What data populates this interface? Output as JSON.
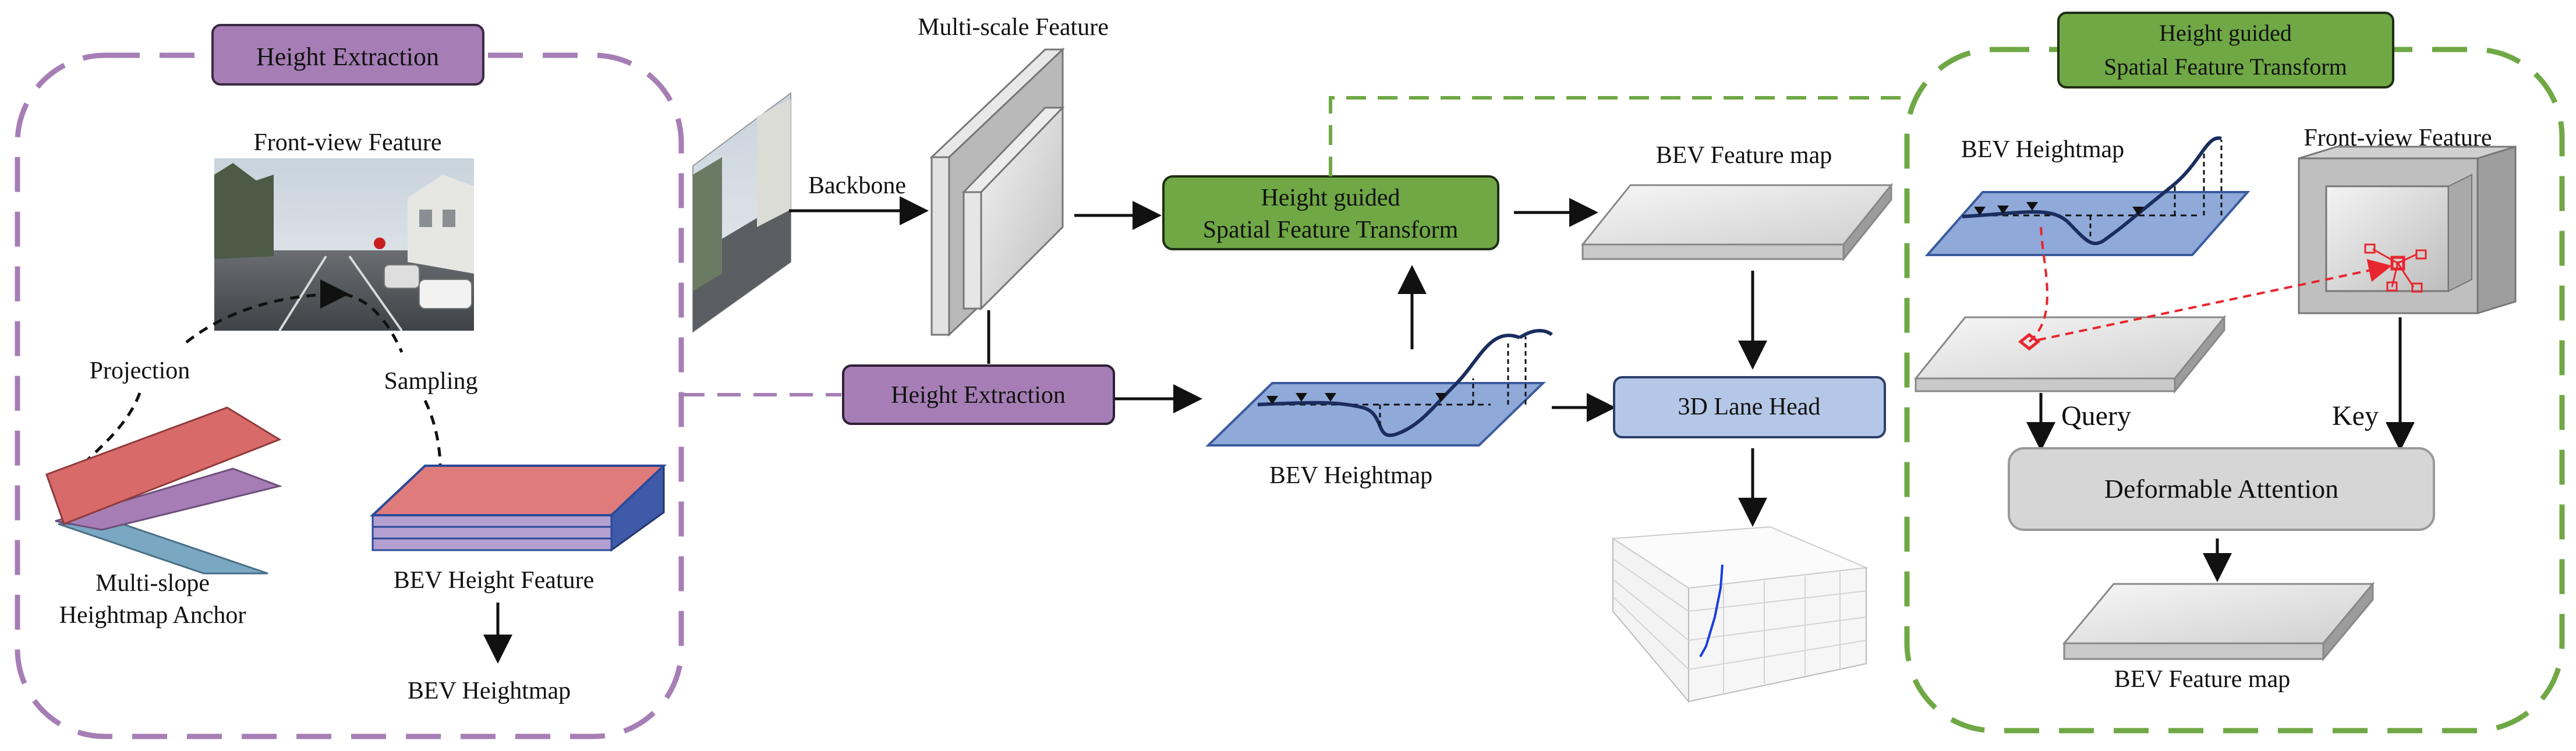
{
  "left_panel": {
    "title": "Height Extraction",
    "front_view_label": "Front-view Feature",
    "projection_label": "Projection",
    "sampling_label": "Sampling",
    "anchor_label_line1": "Multi-slope",
    "anchor_label_line2": "Heightmap Anchor",
    "bev_height_feature_label": "BEV Height Feature",
    "bev_heightmap_label": "BEV Heightmap",
    "border_color": "#a67eb5",
    "title_fill": "#a67eb5"
  },
  "middle": {
    "backbone_label": "Backbone",
    "multiscale_label": "Multi-scale Feature",
    "hgsft_line1": "Height guided",
    "hgsft_line2": "Spatial Feature Transform",
    "height_extraction_label": "Height Extraction",
    "bev_feature_map_label": "BEV Feature map",
    "bev_heightmap_label": "BEV Heightmap",
    "lane_head_label": "3D Lane Head"
  },
  "right_panel": {
    "title_line1": "Height guided",
    "title_line2": "Spatial Feature Transform",
    "bev_heightmap_label": "BEV Heightmap",
    "front_view_label": "Front-view Feature",
    "query_label": "Query",
    "key_label": "Key",
    "deformable_label": "Deformable Attention",
    "bev_feature_map_label": "BEV Feature map",
    "border_color": "#6fa845",
    "title_fill": "#6fa845"
  },
  "colors": {
    "green_box": "#6fa845",
    "purple_box": "#a67eb5",
    "blue_box": "#b4c7e7",
    "blue_plane": "#8fa9d9",
    "red_plane": "#d96a6a",
    "purple_plane": "#a67eb5",
    "teal_plane": "#7aa7c2",
    "attention_red": "#e8262d"
  }
}
